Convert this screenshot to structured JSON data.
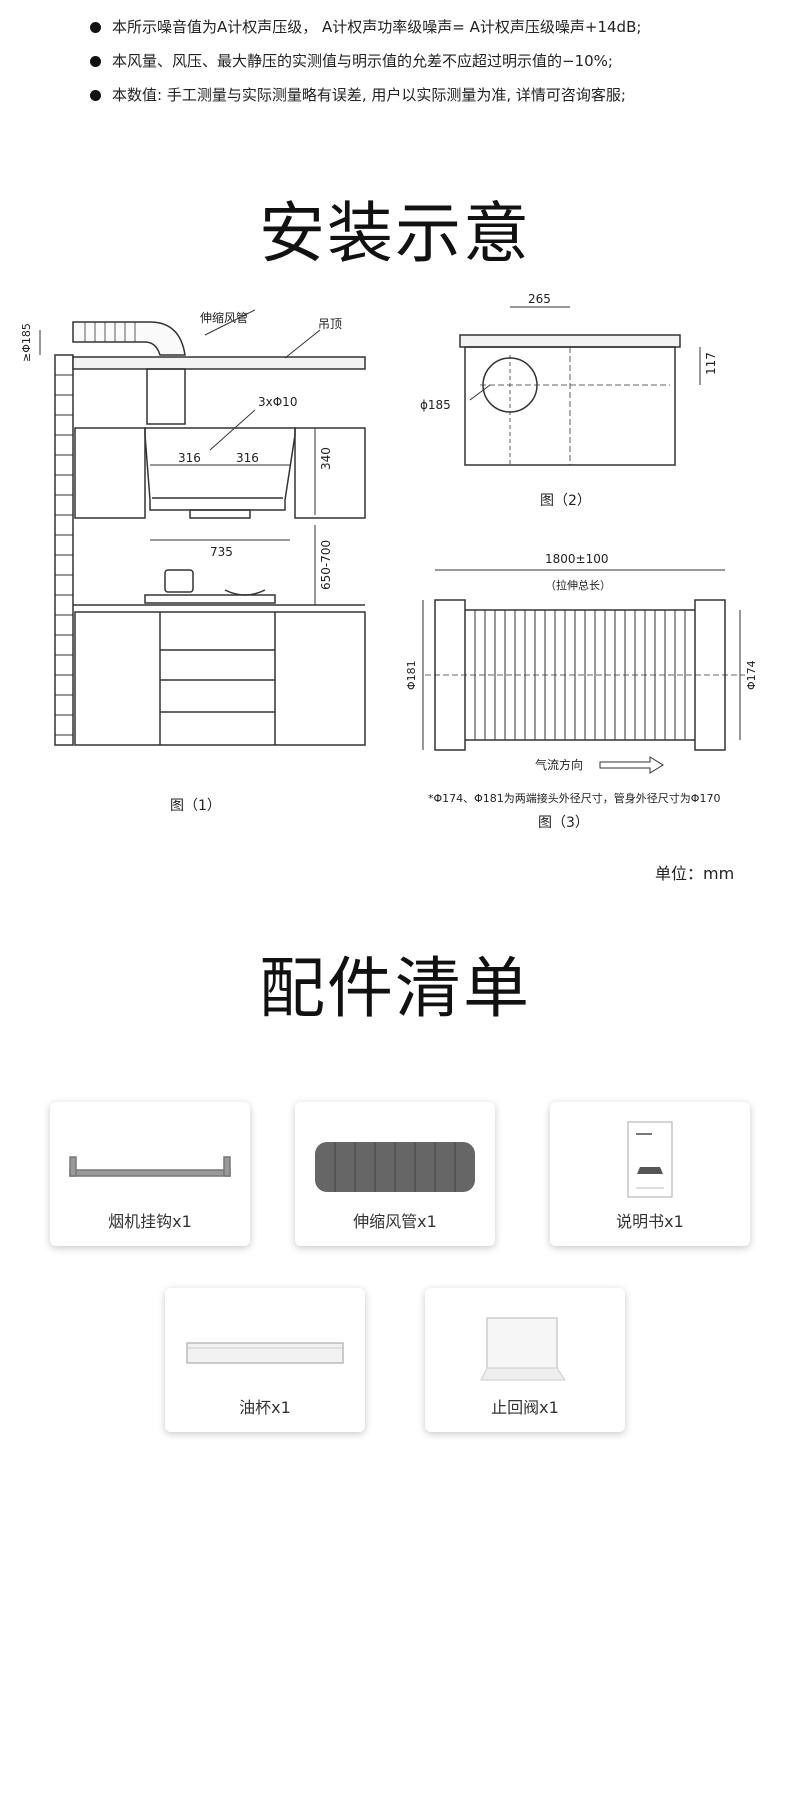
{
  "notes": [
    "本所示噪音值为A计权声压级，  A计权声功率级噪声= A计权声压级噪声+14dB;",
    "本风量、风压、最大静压的实测值与明示值的允差不应超过明示值的−10%;",
    "本数值: 手工测量与实际测量略有误差, 用户以实际测量为准, 详情可咨询客服;"
  ],
  "install": {
    "title": "安装示意",
    "fig1": {
      "caption": "图（1）",
      "labels": {
        "pipe": "伸缩风管",
        "ceiling": "吊顶",
        "d185": "≥Φ185",
        "holes": "3xΦ10",
        "w316a": "316",
        "w316b": "316",
        "h340": "340",
        "w735": "735",
        "h650": "650-700"
      }
    },
    "fig2": {
      "caption": "图（2）",
      "labels": {
        "w265": "265",
        "h117": "117",
        "d185": "ϕ185"
      }
    },
    "fig3": {
      "caption": "图（3）",
      "labels": {
        "length": "1800±100",
        "stretch": "（拉伸总长）",
        "d181": "Φ181",
        "d174": "Φ174",
        "airflow": "气流方向"
      },
      "footnote": "*Φ174、Φ181为两端接头外径尺寸，管身外径尺寸为Φ170"
    },
    "unit": "单位：mm"
  },
  "accessories": {
    "title": "配件清单",
    "items": [
      {
        "label": "烟机挂钩x1",
        "icon": "hook-icon"
      },
      {
        "label": "伸缩风管x1",
        "icon": "duct-icon"
      },
      {
        "label": "说明书x1",
        "icon": "manual-icon"
      },
      {
        "label": "油杯x1",
        "icon": "oil-cup-icon"
      },
      {
        "label": "止回阀x1",
        "icon": "check-valve-icon"
      }
    ]
  }
}
